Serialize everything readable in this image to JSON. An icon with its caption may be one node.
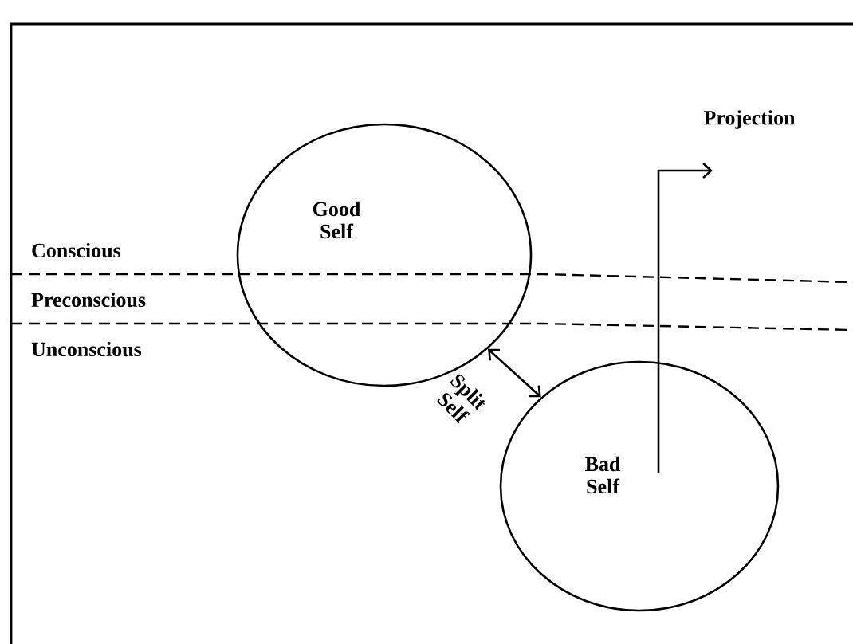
{
  "diagram": {
    "nodes": [
      {
        "text": [
          "Good Self"
        ]
      },
      {
        "text": [
          "Bad Self"
        ]
      }
    ],
    "edges": [
      {
        "from": 0,
        "to": 1,
        "arrow": "both",
        "label": "Split Self"
      },
      {
        "from": 1,
        "to": null,
        "arrow": "to",
        "label": "Projection"
      }
    ],
    "labels": [
      "Conscious",
      "Preconscious",
      "Unconscious"
    ]
  }
}
